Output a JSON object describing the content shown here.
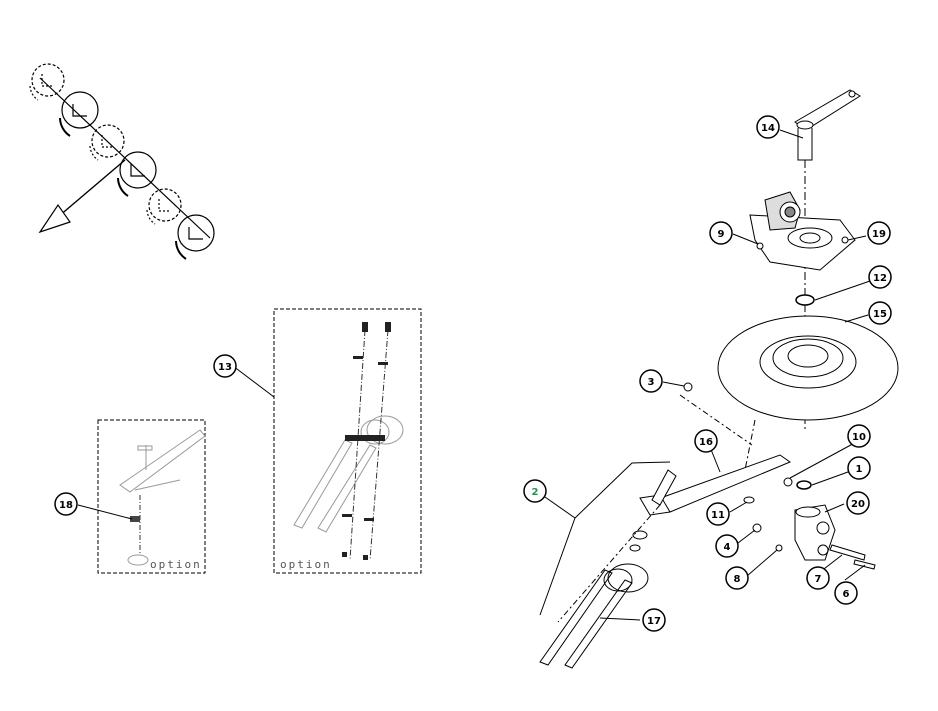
{
  "callouts": [
    {
      "id": "1",
      "label": "1"
    },
    {
      "id": "2",
      "label": "2",
      "color": "#2e8b57"
    },
    {
      "id": "3",
      "label": "3"
    },
    {
      "id": "4",
      "label": "4"
    },
    {
      "id": "6",
      "label": "6"
    },
    {
      "id": "7",
      "label": "7"
    },
    {
      "id": "8",
      "label": "8"
    },
    {
      "id": "9",
      "label": "9"
    },
    {
      "id": "10",
      "label": "10"
    },
    {
      "id": "11",
      "label": "11"
    },
    {
      "id": "12",
      "label": "12"
    },
    {
      "id": "13",
      "label": "13"
    },
    {
      "id": "14",
      "label": "14"
    },
    {
      "id": "15",
      "label": "15"
    },
    {
      "id": "16",
      "label": "16"
    },
    {
      "id": "17",
      "label": "17"
    },
    {
      "id": "18",
      "label": "18"
    },
    {
      "id": "19",
      "label": "19"
    },
    {
      "id": "20",
      "label": "20"
    }
  ],
  "option_boxes": [
    {
      "id": "left",
      "text": "option"
    },
    {
      "id": "middle",
      "text": "option"
    }
  ],
  "colors": {
    "line": "#000000",
    "accent": "#2e8b57"
  }
}
